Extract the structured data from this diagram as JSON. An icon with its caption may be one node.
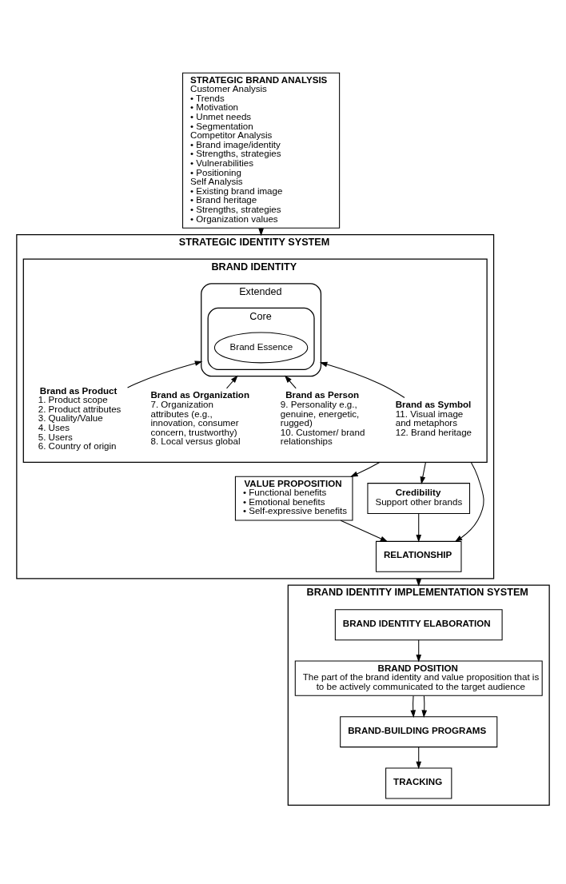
{
  "diagram": {
    "nodes": [
      {
        "text": [
          "STRATEGIC BRAND ANALYSIS",
          "Customer Analysis",
          "• Trends",
          "• Motivation",
          "• Unmet needs",
          "• Segmentation",
          "Competitor Analysis",
          "• Brand image/identity",
          "• Strengths, strategies",
          "• Vulnerabilities",
          "• Positioning",
          "Self Analysis",
          "• Existing brand image",
          "• Brand heritage",
          "• Strengths, strategies",
          "• Organization values"
        ]
      },
      {
        "text": [
          "STRATEGIC IDENTITY SYSTEM"
        ]
      },
      {
        "text": [
          "BRAND IDENTITY"
        ],
        "in": 1
      },
      {
        "text": [
          "Extended"
        ],
        "in": 2
      },
      {
        "text": [
          "Core"
        ],
        "in": 3
      },
      {
        "text": [
          "Brand Essence"
        ],
        "in": 4
      },
      {
        "text": [
          "Brand as Product",
          "1. Product scope",
          "2. Product attributes",
          "3. Quality/Value",
          "4. Uses",
          "5. Users",
          "6. Country of origin"
        ],
        "in": 2
      },
      {
        "text": [
          "Brand as Organization",
          "7. Organization attributes (e.g., innovation, consumer concern, trustworthy)",
          "8. Local versus global"
        ],
        "in": 2
      },
      {
        "text": [
          "Brand as Person",
          "9. Personality e.g., genuine, energetic, rugged)",
          "10. Customer/ brand relationships"
        ],
        "in": 2
      },
      {
        "text": [
          "Brand as Symbol",
          "11. Visual image and metaphors",
          "12. Brand heritage"
        ],
        "in": 2
      },
      {
        "text": [
          "VALUE PROPOSITION",
          "• Functional benefits",
          "• Emotional benefits",
          "• Self-expressive benefits"
        ],
        "in": 1
      },
      {
        "text": [
          "Credibility",
          "Support other brands"
        ],
        "in": 1
      },
      {
        "text": [
          "RELATIONSHIP"
        ],
        "in": 1
      },
      {
        "text": [
          "BRAND IDENTITY IMPLEMENTATION SYSTEM"
        ]
      },
      {
        "text": [
          "BRAND IDENTITY ELABORATION"
        ],
        "in": 13
      },
      {
        "text": [
          "BRAND POSITION",
          "The part of the brand identity and value proposition that is to be actively communicated to the target audience"
        ],
        "in": 13
      },
      {
        "text": [
          "BRAND-BUILDING PROGRAMS"
        ],
        "in": 13
      },
      {
        "text": [
          "TRACKING"
        ],
        "in": 13
      }
    ],
    "edges": [
      {
        "from": 0,
        "to": 1,
        "arrow": "to"
      },
      {
        "from": 6,
        "to": 3,
        "arrow": "to"
      },
      {
        "from": 7,
        "to": 3,
        "arrow": "to"
      },
      {
        "from": 8,
        "to": 3,
        "arrow": "to"
      },
      {
        "from": 9,
        "to": 3,
        "arrow": "to"
      },
      {
        "from": 2,
        "to": 10,
        "arrow": "to"
      },
      {
        "from": 2,
        "to": 11,
        "arrow": "to"
      },
      {
        "from": 2,
        "to": 12,
        "arrow": "to"
      },
      {
        "from": 10,
        "to": 12,
        "arrow": "to"
      },
      {
        "from": 11,
        "to": 12,
        "arrow": "to"
      },
      {
        "from": 1,
        "to": 13,
        "arrow": "to"
      },
      {
        "from": 14,
        "to": 15,
        "arrow": "to"
      },
      {
        "from": 15,
        "to": 16,
        "arrow": "to"
      },
      {
        "from": 15,
        "to": 16,
        "arrow": "to"
      },
      {
        "from": 16,
        "to": 17,
        "arrow": "to"
      }
    ]
  }
}
